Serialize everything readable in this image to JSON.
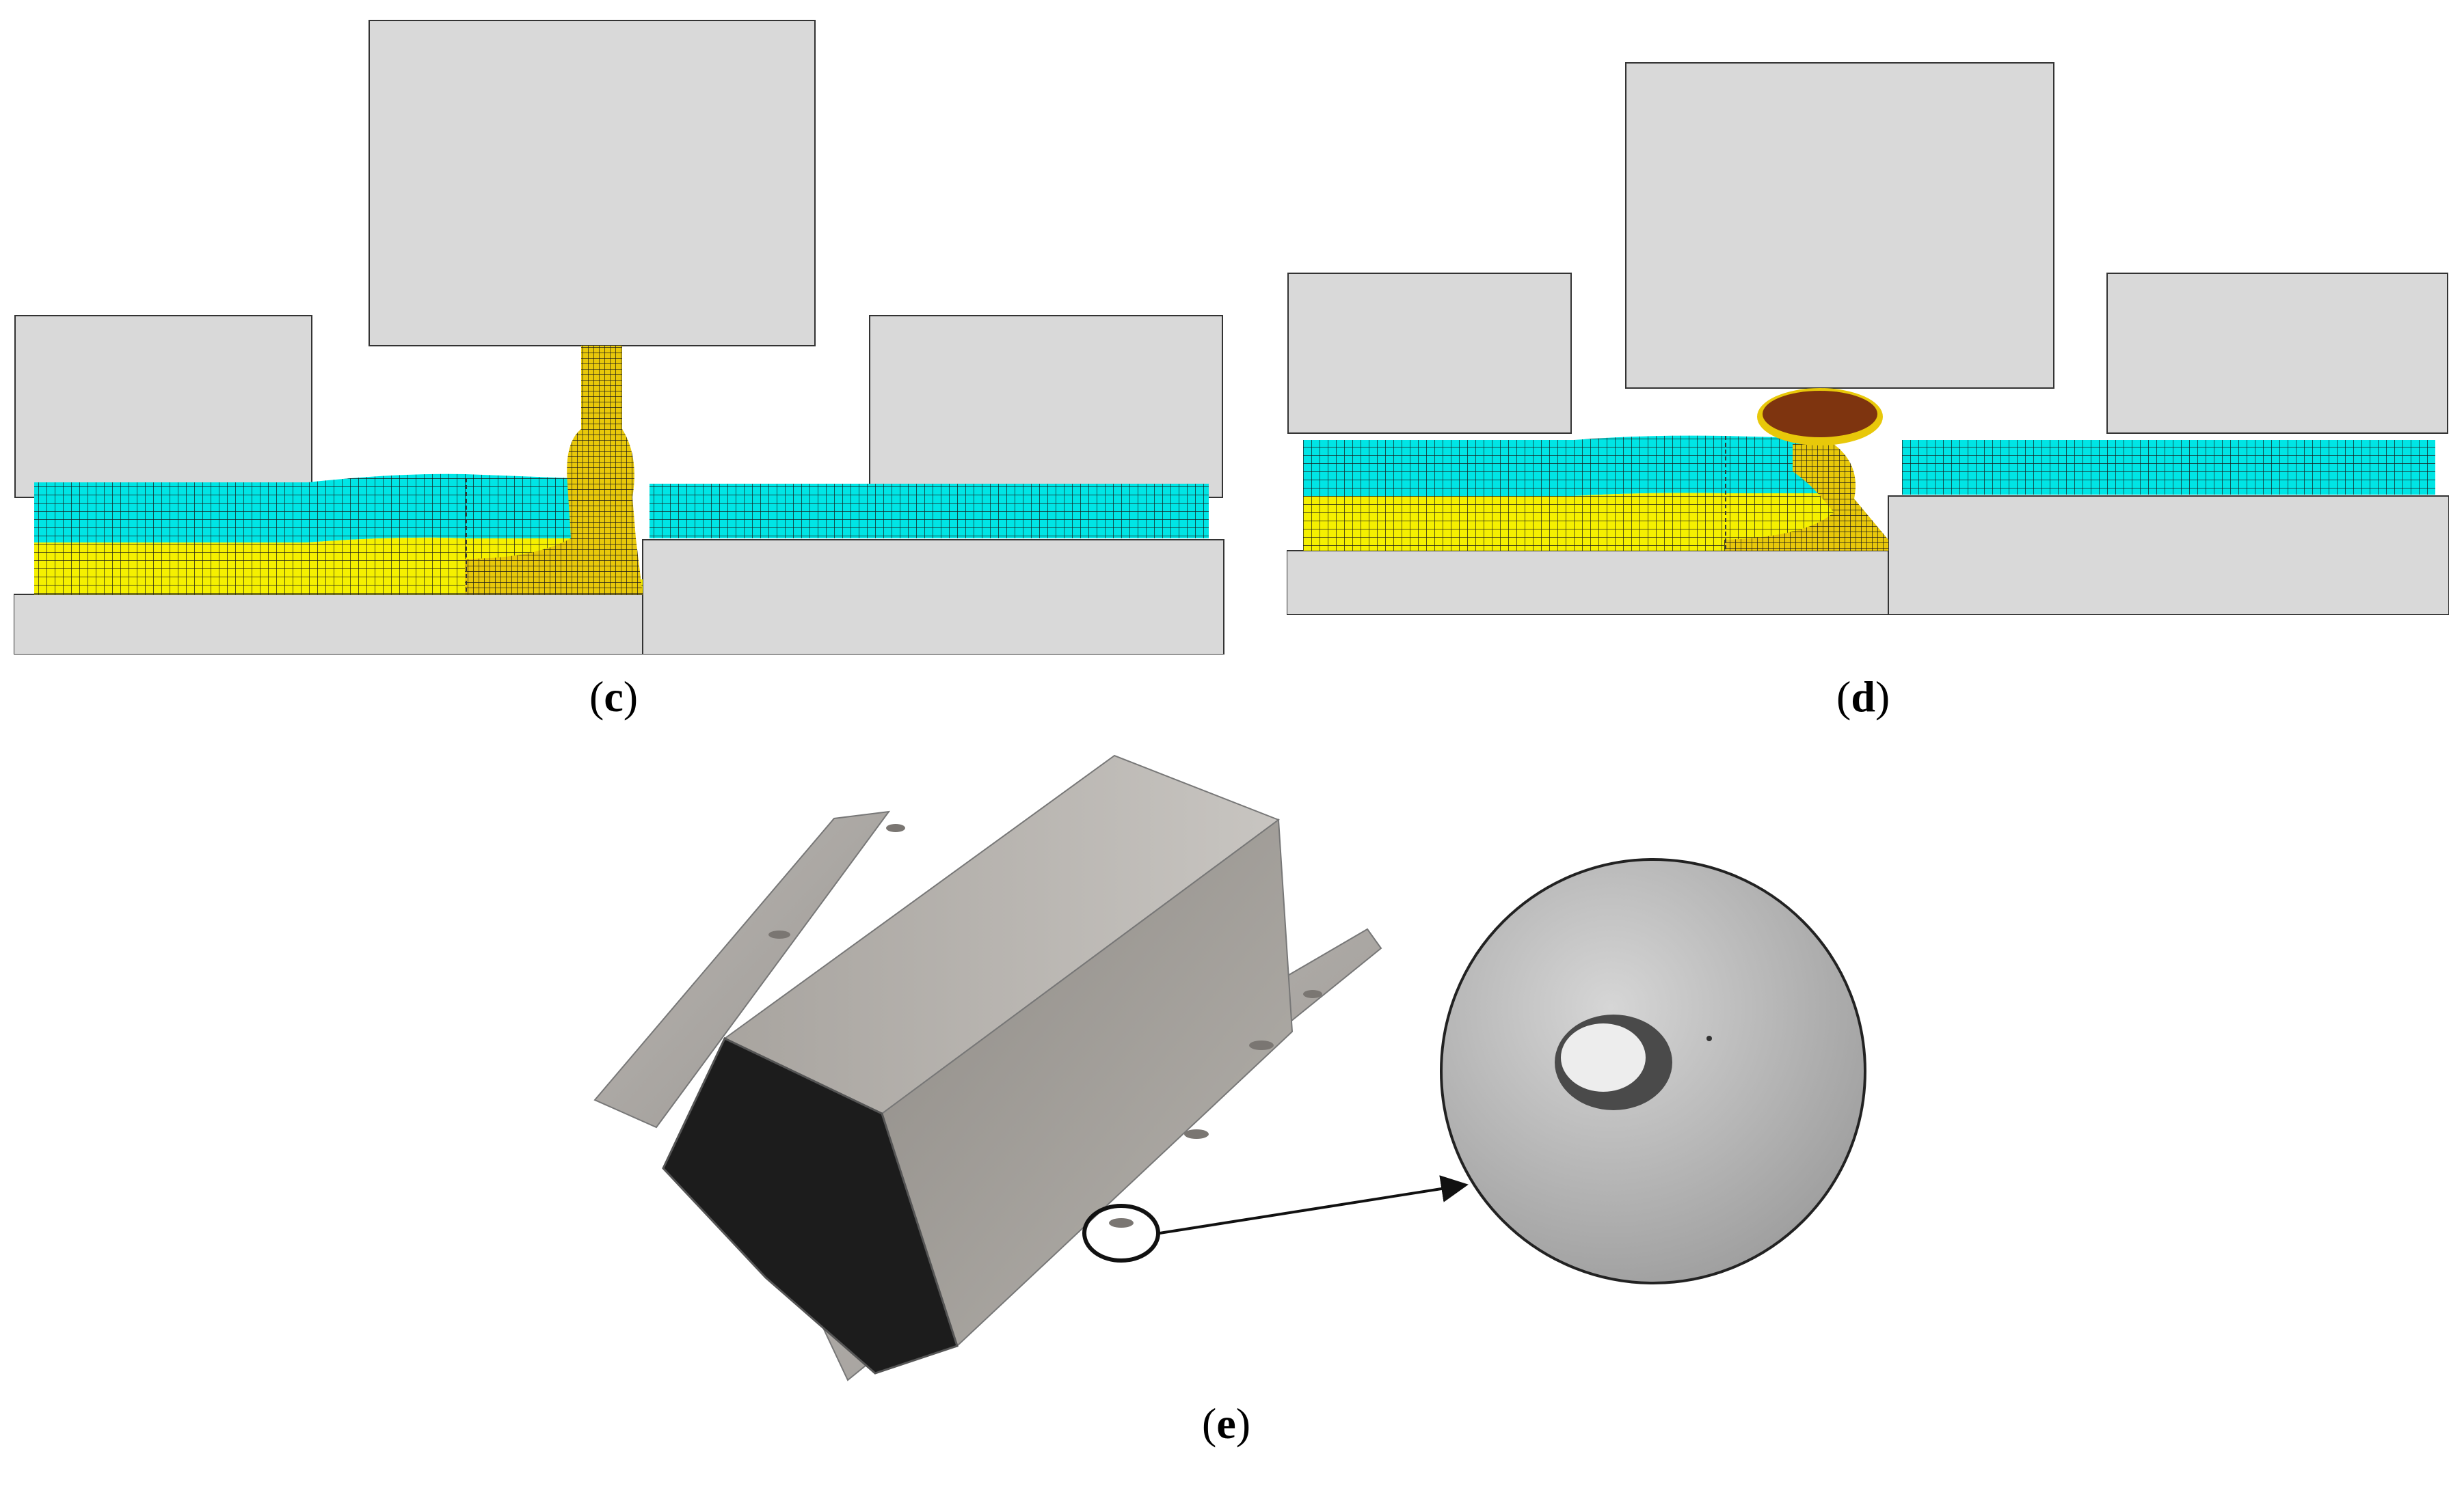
{
  "figure": {
    "panels": [
      {
        "id": "c",
        "caption_open": "(",
        "caption_letter": "c",
        "caption_close": ")"
      },
      {
        "id": "d",
        "caption_open": "(",
        "caption_letter": "d",
        "caption_close": ")"
      },
      {
        "id": "e",
        "caption_open": "(",
        "caption_letter": "e",
        "caption_close": ")"
      }
    ],
    "colors": {
      "tool_gray": "#d9d9d9",
      "tool_edge": "#333333",
      "sheet_top": "#00e5e5",
      "sheet_bottom": "#f5f000",
      "deformed_yellow": "#e8c80a",
      "mesh_line": "#1a1a1a",
      "flash_brown": "#6b1a10",
      "steel_light": "#c9c6c2",
      "steel_dark": "#8e8a86",
      "inner_dark": "#1c1c1c"
    }
  }
}
